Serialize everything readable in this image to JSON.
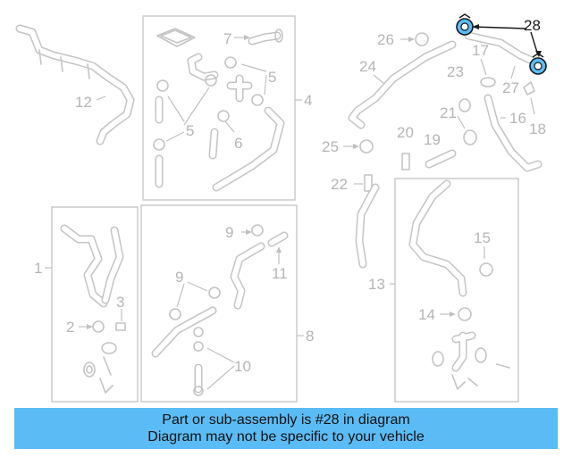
{
  "callouts": {
    "c1": "1",
    "c2": "2",
    "c3": "3",
    "c4": "4",
    "c5a": "5",
    "c5b": "5",
    "c6": "6",
    "c7": "7",
    "c8": "8",
    "c9a": "9",
    "c9b": "9",
    "c10": "10",
    "c11": "11",
    "c12": "12",
    "c13": "13",
    "c14": "14",
    "c15": "15",
    "c16": "16",
    "c17": "17",
    "c18": "18",
    "c19": "19",
    "c20": "20",
    "c21": "21",
    "c22": "22",
    "c23": "23",
    "c24": "24",
    "c25": "25",
    "c26": "26",
    "c27": "27",
    "c28": "28"
  },
  "highlight": {
    "part_number": "28",
    "color": "#5bbcf5"
  },
  "banner": {
    "line1": "Part or sub-assembly is #28 in diagram",
    "line2": "Diagram may not be specific to your vehicle",
    "background": "#5bbcf5"
  }
}
